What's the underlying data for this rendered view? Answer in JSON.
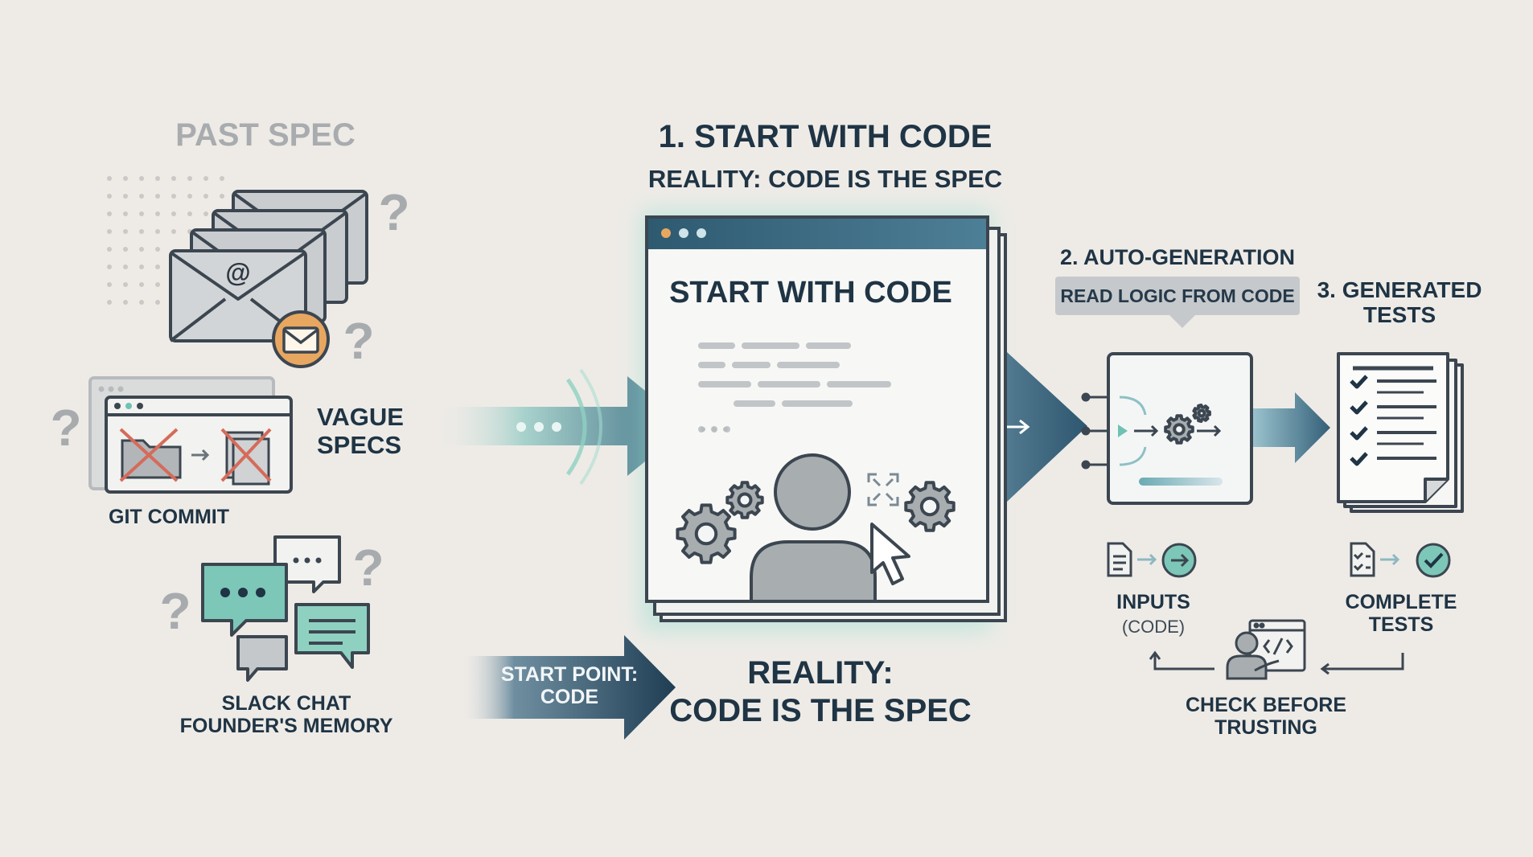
{
  "colors": {
    "background": "#eeebe7",
    "navy": "#1f3444",
    "steel": "#3d6680",
    "teal": "#6fc2b1",
    "orange": "#e8a760",
    "gray": "#9da3a8"
  },
  "past_spec": {
    "title": "PAST SPEC",
    "vague_label_line1": "VAGUE",
    "vague_label_line2": "SPECS",
    "git_label": "GIT COMMIT",
    "chat_label_line1": "SLACK CHAT",
    "chat_label_line2": "FOUNDER'S MEMORY",
    "email_icon_text": "@",
    "icons": [
      "envelope-stack-icon",
      "mail-badge-icon",
      "folder-crossed-icon",
      "document-crossed-icon",
      "chat-bubbles-icon",
      "question-mark-icon"
    ]
  },
  "center": {
    "heading": "1. START WITH CODE",
    "subheading": "REALITY: CODE IS THE SPEC",
    "window_title": "START WITH CODE",
    "start_point_line1": "START POINT:",
    "start_point_line2": "CODE",
    "reality_line1": "REALITY:",
    "reality_line2": "CODE IS THE SPEC",
    "icons": [
      "gear-icon",
      "person-icon",
      "cursor-icon",
      "focus-icon"
    ]
  },
  "auto_generation": {
    "title": "2. AUTO-GENERATION",
    "badge": "READ LOGIC FROM CODE",
    "inputs_label": "INPUTS",
    "inputs_sub": "(CODE)",
    "icons": [
      "branch-icon",
      "processor-icon",
      "document-arrow-icon"
    ]
  },
  "generated_tests": {
    "title_line1": "3. GENERATED",
    "title_line2": "TESTS",
    "complete_line1": "COMPLETE",
    "complete_line2": "TESTS",
    "check_line1": "CHECK BEFORE",
    "check_line2": "TRUSTING",
    "checklist_items": 4,
    "icons": [
      "checklist-icon",
      "check-circle-icon",
      "developer-icon"
    ]
  }
}
